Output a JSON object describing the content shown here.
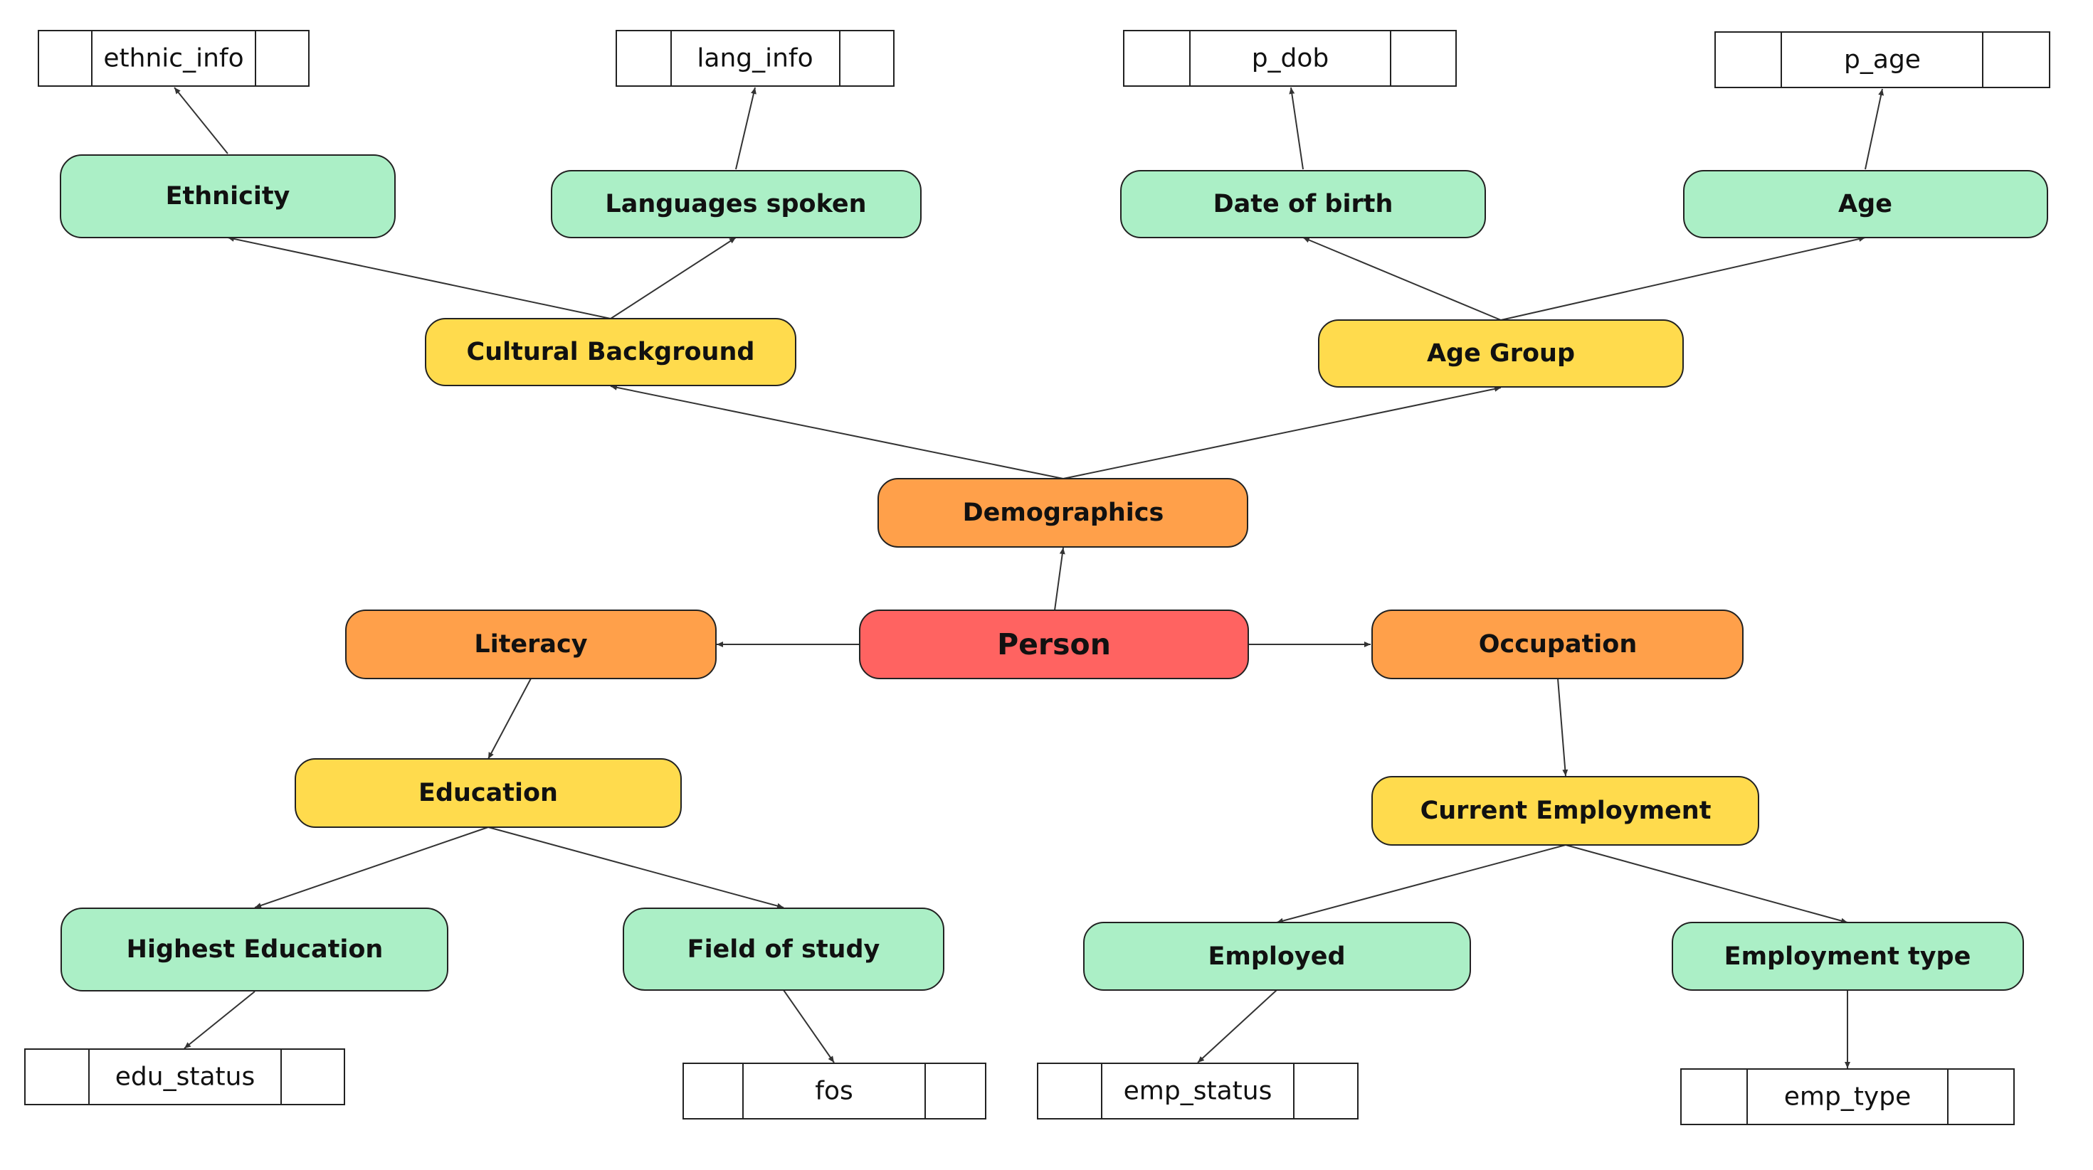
{
  "colors": {
    "root": "#ff6361",
    "level1": "#ffa04a",
    "level2": "#ffdb4d",
    "leaf": "#abefc6"
  },
  "nodes": {
    "person": "Person",
    "demographics": "Demographics",
    "literacy": "Literacy",
    "occupation": "Occupation",
    "cultural_background": "Cultural Background",
    "age_group": "Age Group",
    "education": "Education",
    "current_employment": "Current Employment",
    "ethnicity": "Ethnicity",
    "languages_spoken": "Languages spoken",
    "date_of_birth": "Date of birth",
    "age": "Age",
    "highest_education": "Highest Education",
    "field_of_study": "Field of study",
    "employed": "Employed",
    "employment_type": "Employment type"
  },
  "fields": {
    "ethnic_info": "ethnic_info",
    "lang_info": "lang_info",
    "p_dob": "p_dob",
    "p_age": "p_age",
    "edu_status": "edu_status",
    "fos": "fos",
    "emp_status": "emp_status",
    "emp_type": "emp_type"
  }
}
